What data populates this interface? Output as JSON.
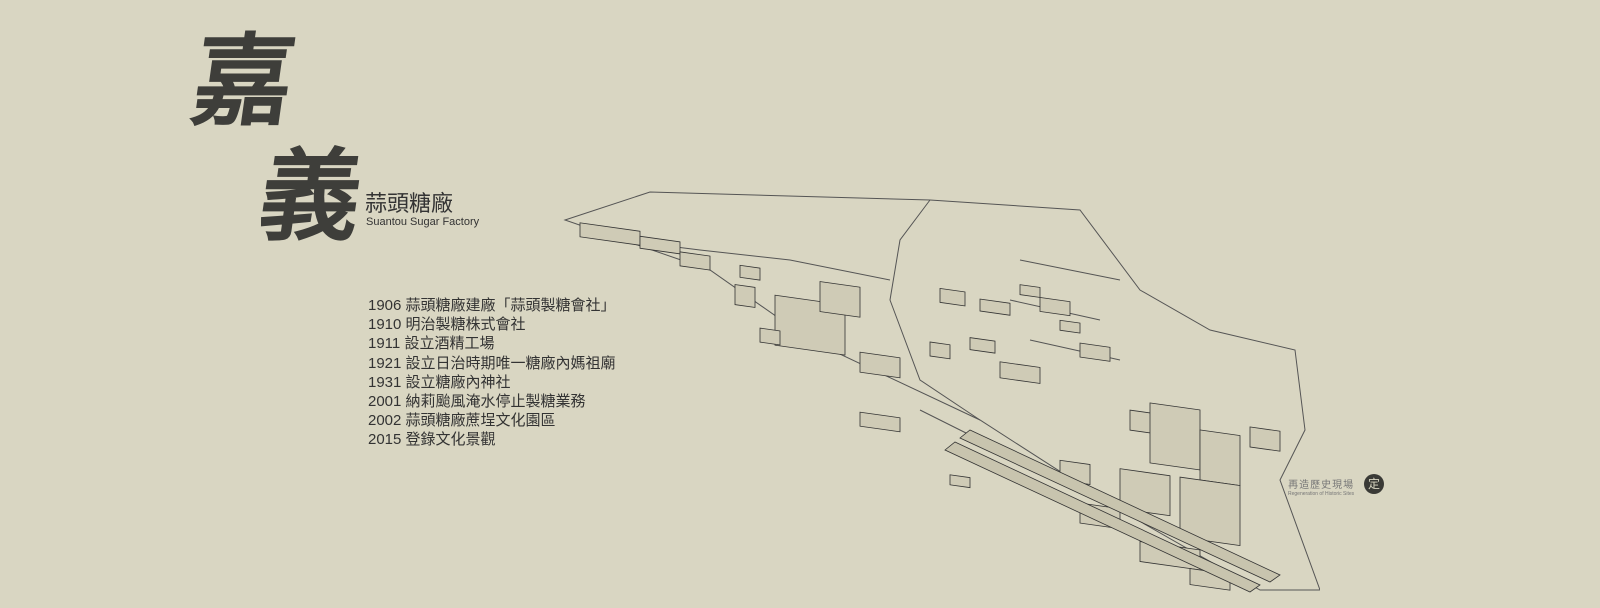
{
  "header": {
    "calligraphy": [
      "嘉",
      "義"
    ],
    "title": "蒜頭糖廠",
    "subtitle": "Suantou Sugar Factory"
  },
  "timeline": [
    {
      "year": "1906",
      "event": "蒜頭糖廠建廠「蒜頭製糖會社」"
    },
    {
      "year": "1910",
      "event": "明治製糖株式會社"
    },
    {
      "year": "1911",
      "event": "設立酒精工場"
    },
    {
      "year": "1921",
      "event": "設立日治時期唯一糖廠內媽祖廟"
    },
    {
      "year": "1931",
      "event": "設立糖廠內神社"
    },
    {
      "year": "2001",
      "event": "納莉颱風淹水停止製糖業務"
    },
    {
      "year": "2002",
      "event": "蒜頭糖廠蔗埕文化園區"
    },
    {
      "year": "2015",
      "event": "登錄文化景觀"
    }
  ],
  "logo": {
    "name_zh": "再造歷史現場",
    "name_en": "Regeneration of Historic Sites",
    "seal": "定"
  },
  "colors": {
    "background": "#d9d6c2",
    "ink": "#3a3a36"
  }
}
